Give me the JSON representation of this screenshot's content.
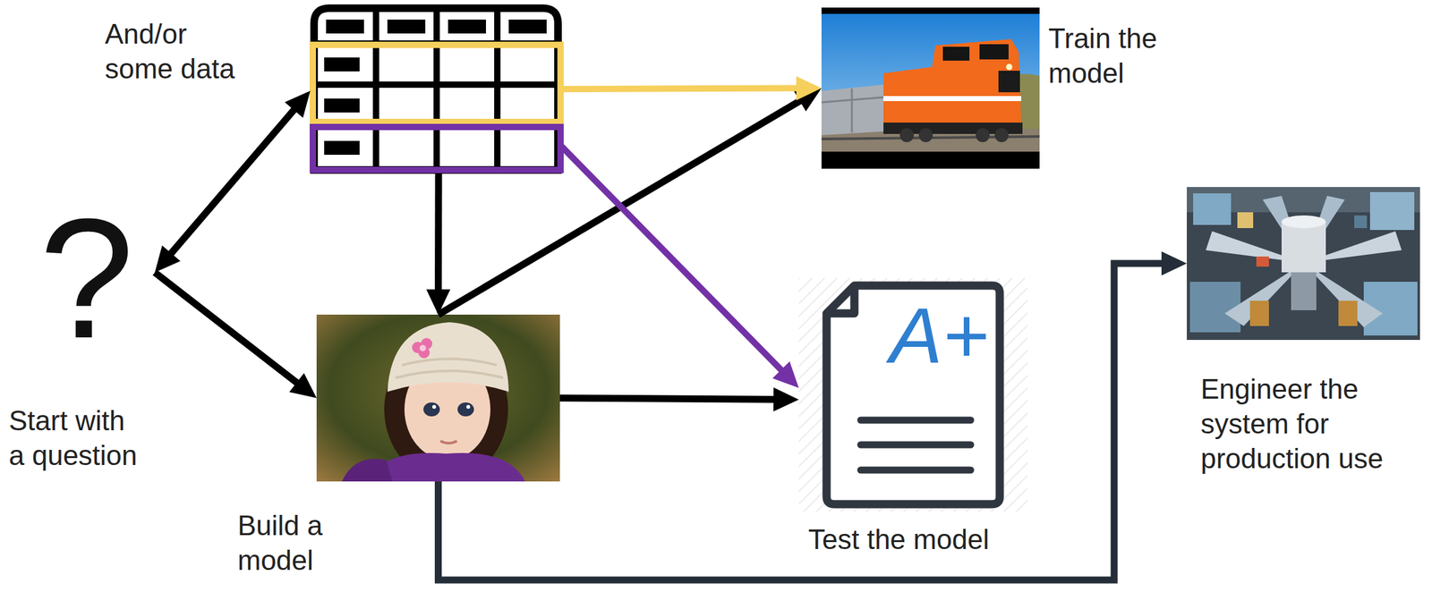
{
  "diagram": {
    "nodes": [
      {
        "text": [
          "?",
          "Start with a question"
        ]
      },
      {
        "text": [
          "And/or some data"
        ]
      },
      {
        "text": [
          "Train the model"
        ]
      },
      {
        "text": [
          "Build a model"
        ]
      },
      {
        "text": [
          "Test the model"
        ]
      },
      {
        "text": [
          "Engineer the system for production use"
        ]
      }
    ],
    "edges": [
      {
        "from": 0,
        "to": 1,
        "arrow": "both"
      },
      {
        "from": 0,
        "to": 3,
        "arrow": "to"
      },
      {
        "from": 1,
        "to": 3,
        "arrow": "to"
      },
      {
        "from": 3,
        "to": 2,
        "arrow": "to"
      },
      {
        "from": 1,
        "to": 2,
        "arrow": "to"
      },
      {
        "from": 1,
        "to": 4,
        "arrow": "to"
      },
      {
        "from": 3,
        "to": 4,
        "arrow": "to"
      },
      {
        "from": 3,
        "to": 5,
        "arrow": "to"
      }
    ],
    "labels": [
      "A+"
    ]
  }
}
